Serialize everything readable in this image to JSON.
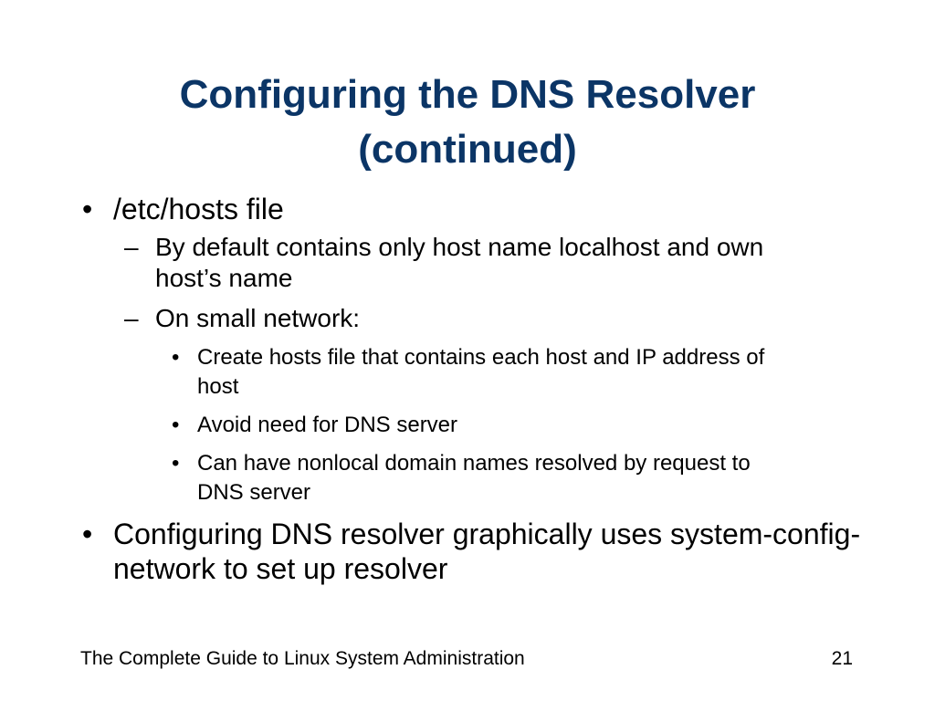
{
  "slide": {
    "title_line1": "Configuring the DNS Resolver",
    "title_line2": "(continued)",
    "bullet_marker": "•",
    "dash_marker": "–",
    "items": [
      {
        "text": "/etc/hosts file"
      },
      {
        "text": "By default contains only host name localhost and own host’s name"
      },
      {
        "text": "On small network:"
      },
      {
        "text": "Create hosts file that contains each host and IP address of host"
      },
      {
        "text": "Avoid need for DNS server"
      },
      {
        "text": "Can have nonlocal domain names resolved by request to DNS server"
      },
      {
        "text": "Configuring DNS resolver graphically uses system-config-network to set up resolver"
      }
    ]
  },
  "footer": {
    "course": "The Complete Guide to Linux System Administration",
    "page_number": "21"
  },
  "colors": {
    "title": "#0b3566",
    "text": "#000000",
    "background": "#ffffff"
  }
}
